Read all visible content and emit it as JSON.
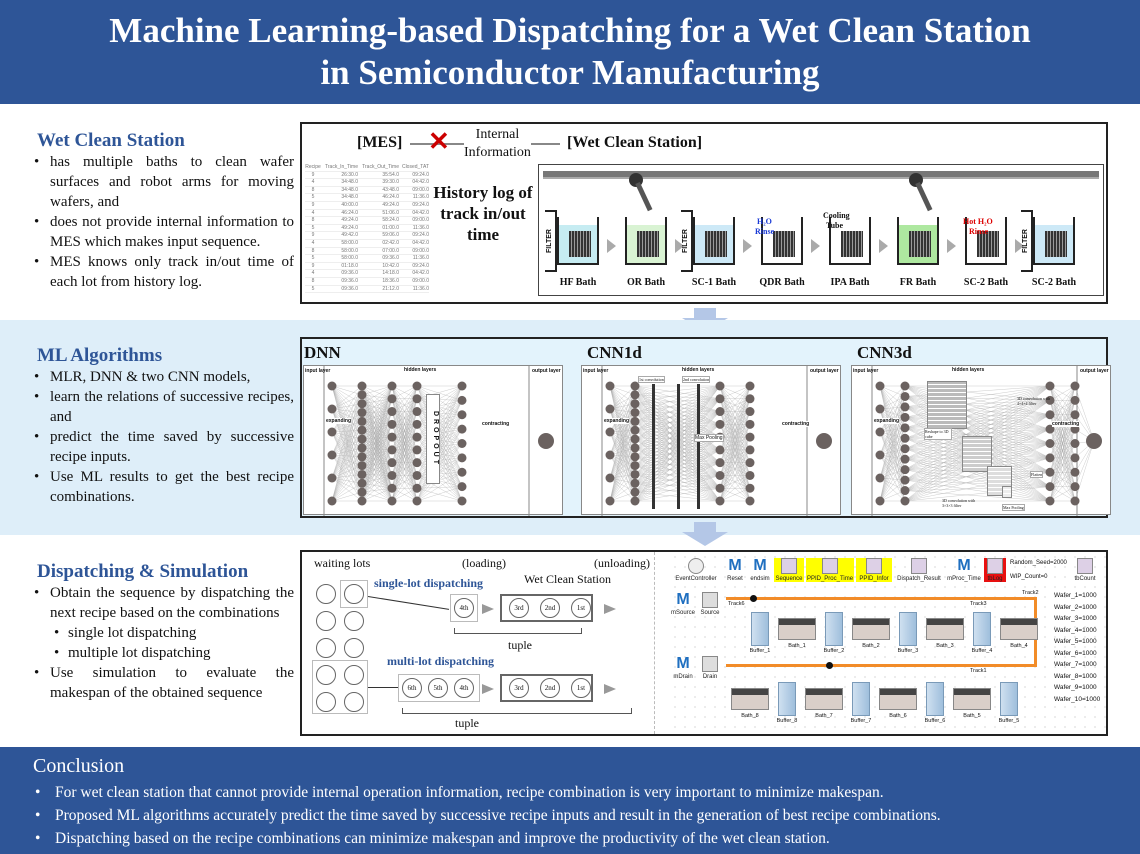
{
  "title": {
    "line1": "Machine Learning-based Dispatching for a Wet Clean Station",
    "line2": "in Semiconductor Manufacturing"
  },
  "colors": {
    "header": "#2e5597",
    "section_title": "#2e5597",
    "light_band": "#deeef9",
    "arrow": "#b4c7e7",
    "track": "#f28c28",
    "dispatch_label": "#2e5597"
  },
  "wet_clean": {
    "heading": "Wet Clean Station",
    "bullets": [
      "has multiple baths to clean wafer surfaces and robot arms for moving wafers, and",
      "does not provide internal information to MES which makes input sequence.",
      "MES knows only track in/out time of each lot from history log."
    ],
    "figure": {
      "mes": "[MES]",
      "internal1": "Internal",
      "internal2": "Information",
      "station": "[Wet Clean Station]",
      "block_icon": "red-x-icon",
      "history_label": "History log of track in/out time",
      "log_headers": [
        "Recipe",
        "Track_In_Time",
        "Track_Out_Time",
        "Closed_TAT"
      ],
      "log_rows": [
        [
          "9",
          "26:30.0",
          "35:54.0",
          "09:24.0"
        ],
        [
          "4",
          "34:48.0",
          "39:30.0",
          "04:42.0"
        ],
        [
          "8",
          "34:48.0",
          "43:48.0",
          "09:00.0"
        ],
        [
          "5",
          "34:48.0",
          "46:24.0",
          "11:36.0"
        ],
        [
          "9",
          "40:00.0",
          "49:24.0",
          "09:24.0"
        ],
        [
          "4",
          "46:24.0",
          "51:06.0",
          "04:42.0"
        ],
        [
          "8",
          "49:24.0",
          "58:24.0",
          "09:00.0"
        ],
        [
          "5",
          "49:24.0",
          "01:00.0",
          "11:36.0"
        ],
        [
          "9",
          "49:42.0",
          "59:06.0",
          "09:24.0"
        ],
        [
          "4",
          "58:00.0",
          "02:42.0",
          "04:42.0"
        ],
        [
          "8",
          "58:00.0",
          "07:00.0",
          "09:00.0"
        ],
        [
          "5",
          "58:00.0",
          "09:36.0",
          "11:36.0"
        ],
        [
          "9",
          "01:18.0",
          "10:42.0",
          "09:24.0"
        ],
        [
          "4",
          "09:36.0",
          "14:18.0",
          "04:42.0"
        ],
        [
          "8",
          "09:36.0",
          "18:36.0",
          "09:00.0"
        ],
        [
          "5",
          "09:36.0",
          "21:12.0",
          "11:36.0"
        ]
      ],
      "filter": "FILTER",
      "qdr_text1": "H₂O",
      "qdr_text2": "Rinse",
      "ipa_text1": "Cooling",
      "ipa_text2": "Tube",
      "sc2_text1": "Hot H₂O",
      "sc2_text2": "Rinse",
      "baths": [
        {
          "name": "HF Bath",
          "liquid": "#c6ecf2"
        },
        {
          "name": "OR Bath",
          "liquid": "#d9f3d3"
        },
        {
          "name": "SC-1 Bath",
          "liquid": "#cde9f7"
        },
        {
          "name": "QDR Bath",
          "liquid": "#ffffff"
        },
        {
          "name": "IPA Bath",
          "liquid": "#ffffff"
        },
        {
          "name": "FR Bath",
          "liquid": "#aee8a0"
        },
        {
          "name": "SC-2 Bath",
          "liquid": "#ffffff"
        },
        {
          "name": "SC-2 Bath",
          "liquid": "#cde9f7"
        }
      ]
    }
  },
  "ml": {
    "heading": "ML Algorithms",
    "bullets": [
      "MLR, DNN & two CNN models,",
      "learn the relations of successive recipes, and",
      "predict the time saved by successive recipe inputs.",
      "Use ML results to get the best recipe combinations."
    ],
    "models": [
      {
        "name": "DNN"
      },
      {
        "name": "CNN1d"
      },
      {
        "name": "CNN3d"
      }
    ],
    "layer_labels": {
      "input": "input layer",
      "hidden": "hidden layers",
      "output": "output layer",
      "expanding": "expanding",
      "contracting": "contracting",
      "dropout": "DROPOUT",
      "max_pooling": "Max Pooling",
      "reshape": "Reshape to 3D cube",
      "flatten": "Flatten",
      "conv3d_a": "3D convolution with 4×4×4 filter",
      "conv3d_b": "3D convolution with 3×3×3 filter",
      "conv1": "1st convolution",
      "conv2": "2nd convolution"
    }
  },
  "dispatch": {
    "heading": "Dispatching & Simulation",
    "bullets": [
      {
        "text": "Obtain the sequence by dispatching the next recipe based on the combinations",
        "sub": false
      },
      {
        "text": "single lot dispatching",
        "sub": true
      },
      {
        "text": "multiple lot dispatching",
        "sub": true
      },
      {
        "text": "Use simulation to evaluate the makespan of the obtained sequence",
        "sub": false
      }
    ],
    "figure": {
      "waiting": "waiting lots",
      "loading": "(loading)",
      "unloading": "(unloading)",
      "single": "single-lot dispatching",
      "multi": "multi-lot dispatching",
      "station": "Wet Clean Station",
      "tuple": "tuple",
      "single_next": [
        "4th"
      ],
      "multi_next": [
        "6th",
        "5th",
        "4th"
      ],
      "in_station": [
        "3rd",
        "2nd",
        "1st"
      ]
    },
    "sim": {
      "top_items": [
        {
          "label": "EventController",
          "icon": "stopwatch-icon"
        },
        {
          "label": "Reset",
          "icon": "method-icon"
        },
        {
          "label": "endsim",
          "icon": "method-icon"
        },
        {
          "label": "Sequence",
          "icon": "table-icon"
        },
        {
          "label": "PPID_Proc_Time",
          "icon": "table-icon"
        },
        {
          "label": "PPID_Infor",
          "icon": "table-icon"
        },
        {
          "label": "Dispatch_Result",
          "icon": "table-icon"
        },
        {
          "label": "mProc_Time",
          "icon": "method-icon"
        },
        {
          "label": "tbLog",
          "icon": "table-icon"
        },
        {
          "label": "tbCount",
          "icon": "table-icon"
        }
      ],
      "random_seed": "Random_Seed=2000",
      "wip": "WIP_Count=0",
      "source": [
        "mSource",
        "Source"
      ],
      "drain": [
        "mDrain",
        "Drain"
      ],
      "tracks": [
        "Track6",
        "Track3",
        "Track2",
        "Track1"
      ],
      "row1": [
        "Buffer_1",
        "Bath_1",
        "Buffer_2",
        "Bath_2",
        "Buffer_3",
        "Bath_3",
        "Buffer_4",
        "Bath_4"
      ],
      "row2": [
        "Bath_8",
        "Buffer_8",
        "Bath_7",
        "Buffer_7",
        "Bath_6",
        "Buffer_6",
        "Bath_5",
        "Buffer_5"
      ],
      "wafers": [
        "Wafer_1=1000",
        "Wafer_2=1000",
        "Wafer_3=1000",
        "Wafer_4=1000",
        "Wafer_5=1000",
        "Wafer_6=1000",
        "Wafer_7=1000",
        "Wafer_8=1000",
        "Wafer_9=1000",
        "Wafer_10=1000"
      ]
    }
  },
  "conclusion": {
    "heading": "Conclusion",
    "bullets": [
      "For wet clean station that cannot provide internal operation information, recipe combination is very important to minimize makespan.",
      "Proposed ML algorithms accurately predict the time saved by successive recipe inputs and result in the generation of best recipe combinations.",
      "Dispatching based on the recipe combinations can minimize makespan and improve the productivity of the wet clean station."
    ]
  }
}
